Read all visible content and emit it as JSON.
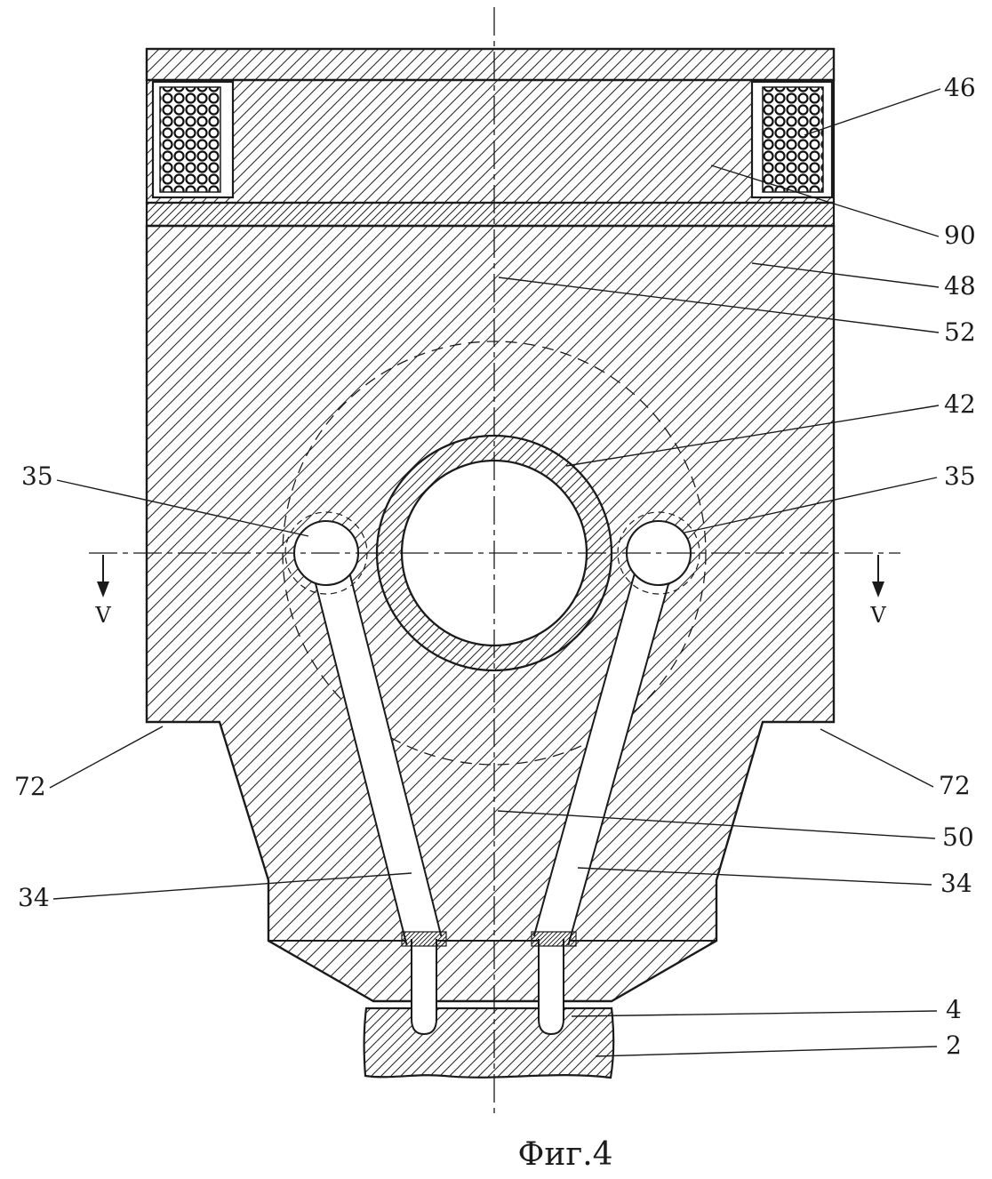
{
  "figure": {
    "caption": "Фиг.4",
    "kind": "patent-sectional-drawing"
  },
  "colors": {
    "ink": "#1b1b1b",
    "paper": "#ffffff"
  },
  "section_markers": {
    "left": "V",
    "right": "V"
  },
  "ref_labels": {
    "r46": "46",
    "r90": "90",
    "r48": "48",
    "r52": "52",
    "r42": "42",
    "r35_left": "35",
    "r35_right": "35",
    "r72_left": "72",
    "r72_right": "72",
    "r50": "50",
    "r34_left": "34",
    "r34_right": "34",
    "r4": "4",
    "r2": "2"
  }
}
